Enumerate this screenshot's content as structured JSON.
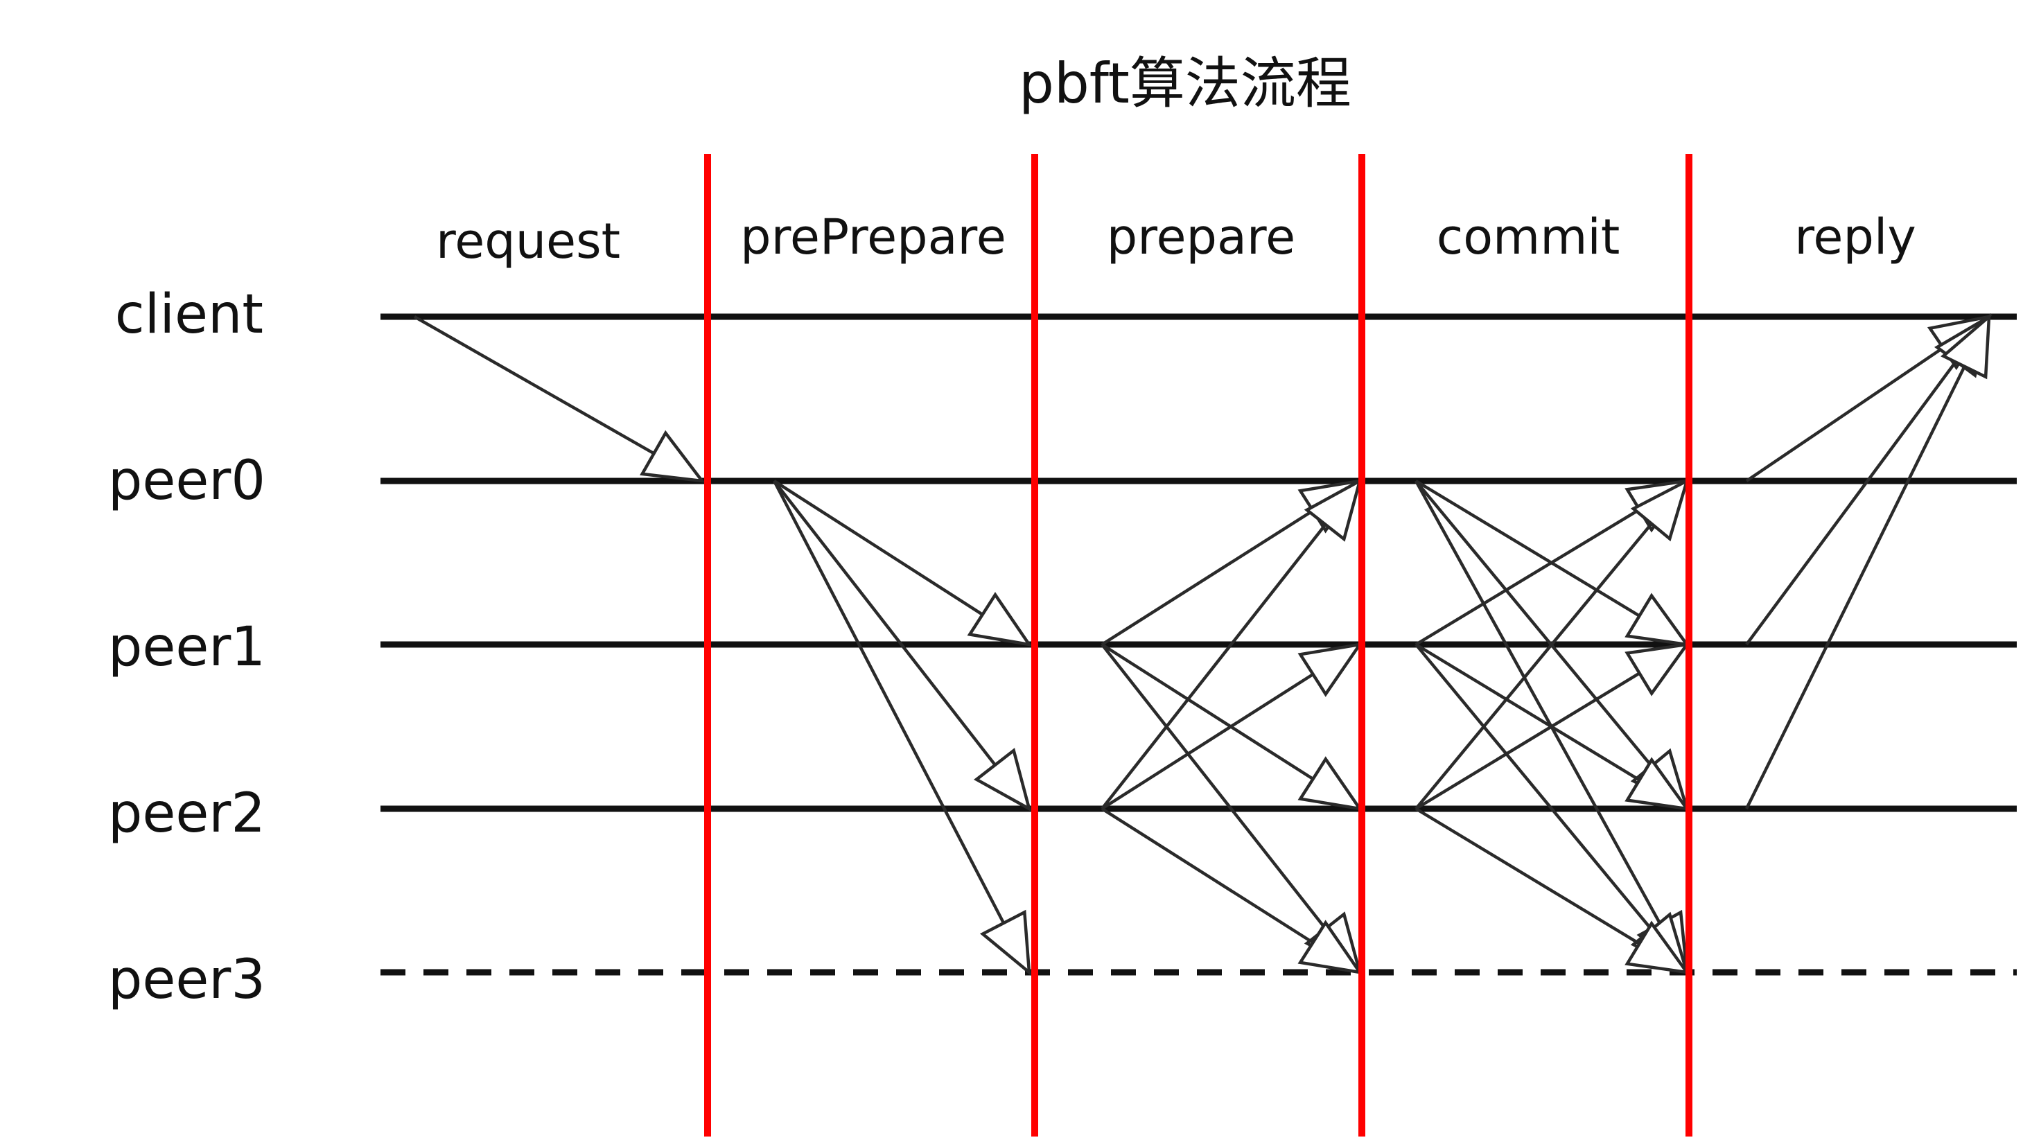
{
  "title": "pbft算法流程",
  "phases": [
    "request",
    "prePrepare",
    "prepare",
    "commit",
    "reply"
  ],
  "nodes": [
    {
      "label": "client",
      "faulty": false
    },
    {
      "label": "peer0",
      "faulty": false
    },
    {
      "label": "peer1",
      "faulty": false
    },
    {
      "label": "peer2",
      "faulty": false
    },
    {
      "label": "peer3",
      "faulty": true
    }
  ],
  "colors": {
    "boundary": "#ff0000",
    "line": "#111111",
    "arrow": "#2a2a2a"
  },
  "messages": [
    {
      "phase": "request",
      "from": "client",
      "to": [
        "peer0"
      ]
    },
    {
      "phase": "prePrepare",
      "from": "peer0",
      "to": [
        "peer1",
        "peer2",
        "peer3"
      ]
    },
    {
      "phase": "prepare",
      "from": "peer1",
      "to": [
        "peer0",
        "peer2",
        "peer3"
      ]
    },
    {
      "phase": "prepare",
      "from": "peer2",
      "to": [
        "peer0",
        "peer1",
        "peer3"
      ]
    },
    {
      "phase": "commit",
      "from": "peer0",
      "to": [
        "peer1",
        "peer2",
        "peer3"
      ]
    },
    {
      "phase": "commit",
      "from": "peer1",
      "to": [
        "peer0",
        "peer2",
        "peer3"
      ]
    },
    {
      "phase": "commit",
      "from": "peer2",
      "to": [
        "peer0",
        "peer1",
        "peer3"
      ]
    },
    {
      "phase": "reply",
      "from": "peer0",
      "to": [
        "client"
      ]
    },
    {
      "phase": "reply",
      "from": "peer1",
      "to": [
        "client"
      ]
    },
    {
      "phase": "reply",
      "from": "peer2",
      "to": [
        "client"
      ]
    }
  ]
}
